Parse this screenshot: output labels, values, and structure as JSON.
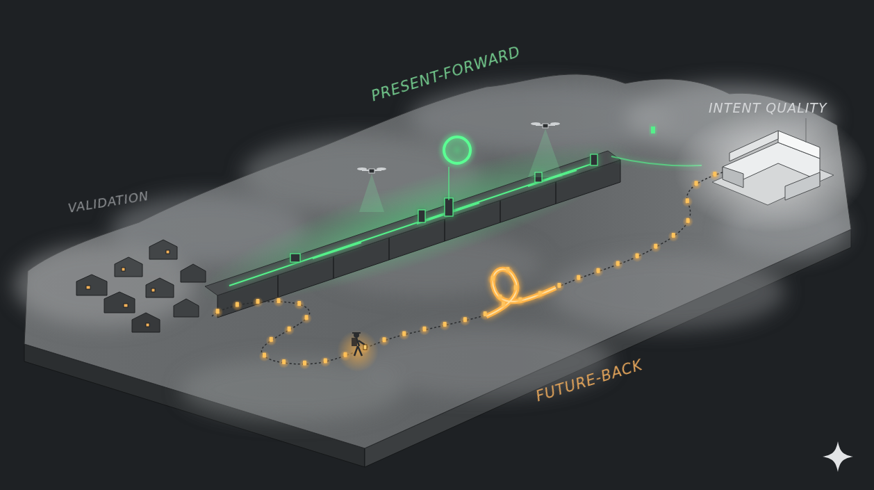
{
  "diagram": {
    "labels": [
      "PRESENT-FORWARD",
      "INTENT QUALITY",
      "VALIDATION",
      "FUTURE-BACK"
    ]
  }
}
